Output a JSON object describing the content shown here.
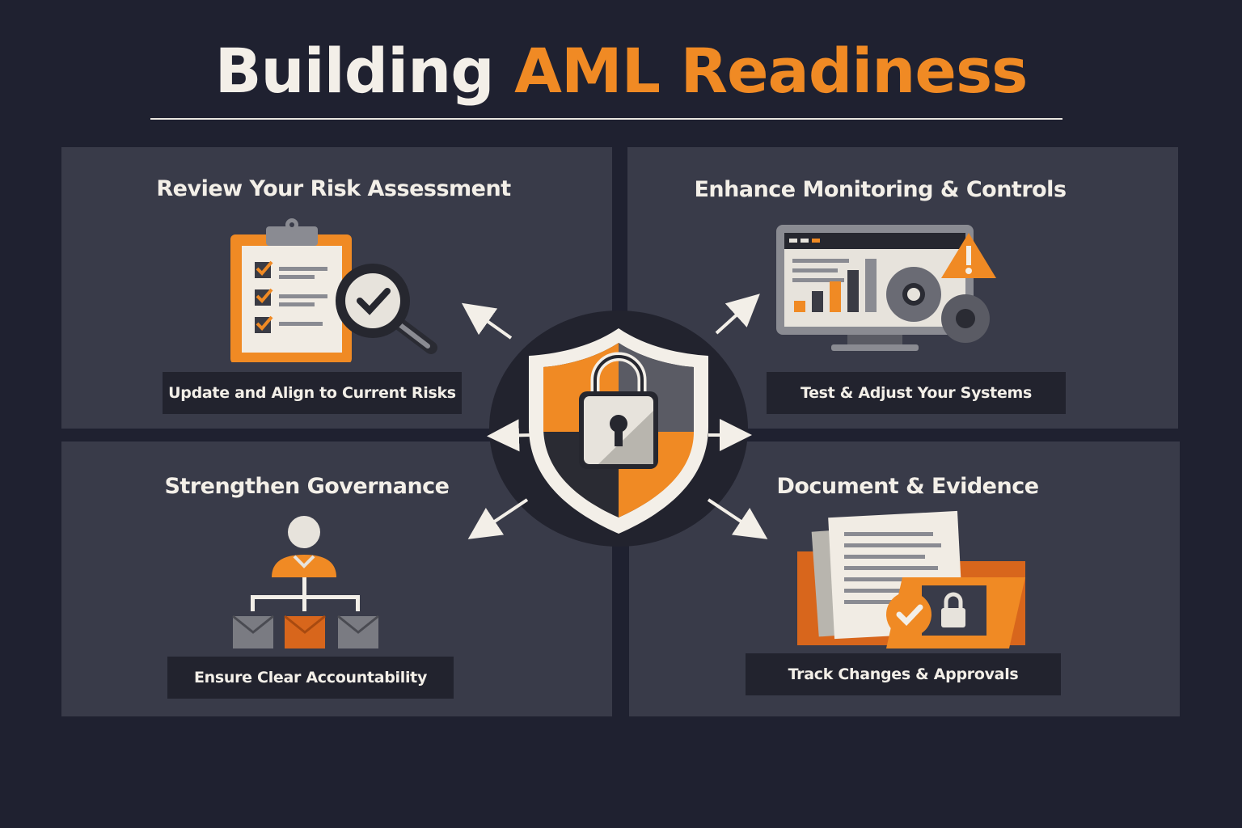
{
  "title": {
    "part1": "Building",
    "part2": "AML Readiness"
  },
  "colors": {
    "background": "#1f2130",
    "panel": "#393b49",
    "accent": "#f08a24",
    "text": "#f3efe8",
    "caption_bg": "#22232e"
  },
  "center": {
    "icon": "shield-lock-icon"
  },
  "panels": [
    {
      "title": "Review Your Risk Assessment",
      "caption": "Update and Align to Current Risks",
      "icon": "clipboard-magnifier-icon"
    },
    {
      "title": "Enhance Monitoring & Controls",
      "caption": "Test & Adjust Your Systems",
      "icon": "monitor-chart-gears-icon"
    },
    {
      "title": "Strengthen Governance",
      "caption": "Ensure Clear Accountability",
      "icon": "org-chart-icon"
    },
    {
      "title": "Document & Evidence",
      "caption": "Track Changes & Approvals",
      "icon": "folder-documents-lock-icon"
    }
  ]
}
